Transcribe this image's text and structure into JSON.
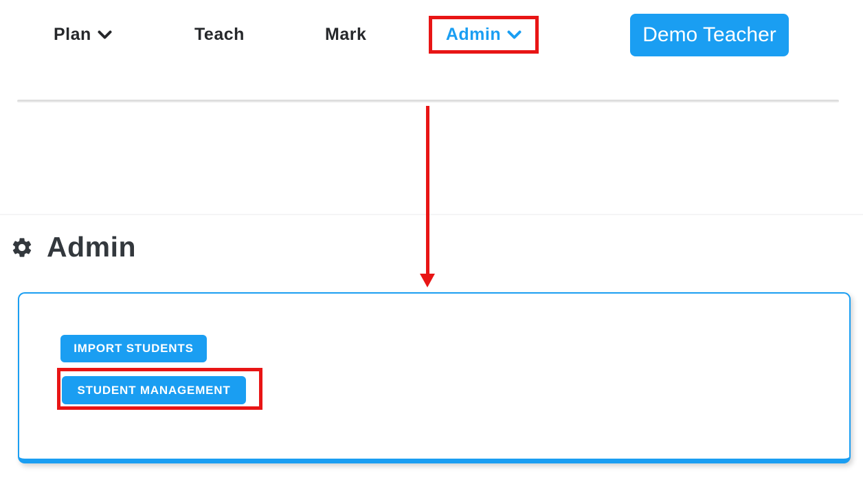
{
  "nav": {
    "items": [
      {
        "label": "Plan",
        "has_dropdown": true
      },
      {
        "label": "Teach",
        "has_dropdown": false
      },
      {
        "label": "Mark",
        "has_dropdown": false
      },
      {
        "label": "Admin",
        "has_dropdown": true,
        "highlighted": true
      }
    ],
    "user_button_label": "Demo Teacher"
  },
  "page": {
    "title": "Admin"
  },
  "panel": {
    "import_button_label": "IMPORT STUDENTS",
    "management_button_label": "STUDENT MANAGEMENT"
  },
  "annotations": {
    "highlighted_nav_item": "Admin",
    "highlighted_panel_button": "STUDENT MANAGEMENT",
    "arrow": "from Admin nav item down to admin panel"
  },
  "colors": {
    "accent_blue": "#1a9ef2",
    "annotation_red": "#e81515",
    "nav_text": "#26282b",
    "heading_text": "#33383d"
  }
}
